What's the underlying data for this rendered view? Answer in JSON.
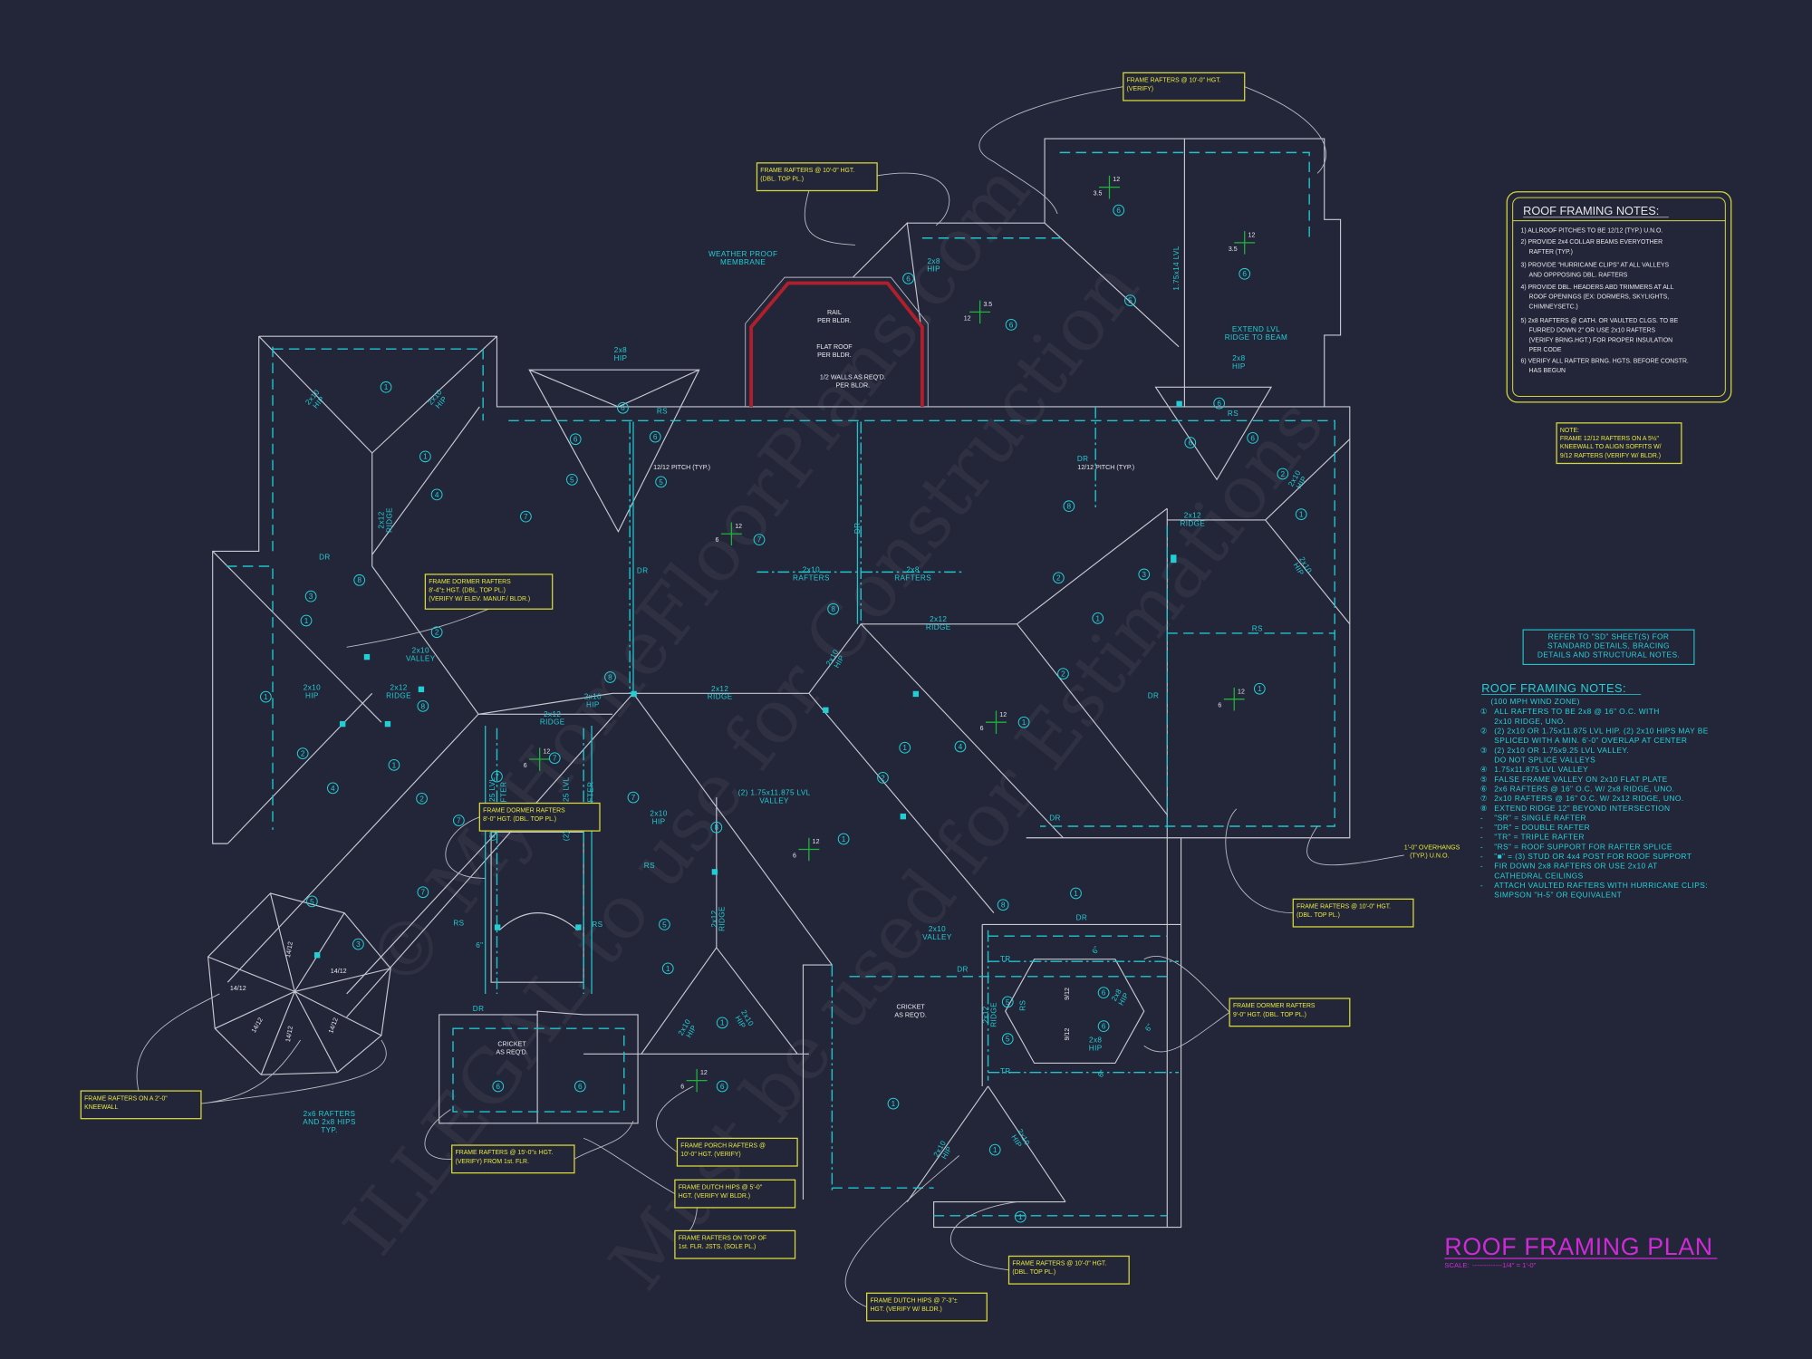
{
  "title": {
    "main": "ROOF FRAMING PLAN",
    "scale_label": "SCALE:",
    "scale_value": "-------------1/4\" = 1'-0\""
  },
  "general_notes": {
    "heading": "ROOF FRAMING NOTES:",
    "items": [
      [
        "1) ALLROOF PITCHES TO BE 12/12 (TYP.) U.N.O."
      ],
      [
        "2) PROVIDE 2x4 COLLAR BEAMS EVERYOTHER",
        "RAFTER (TYP.)"
      ],
      [
        "3) PROVIDE \"HURRICANE CLIPS\" AT ALL VALLEYS",
        "AND OPPPOSING DBL. RAFTERS"
      ],
      [
        "4) PROVIDE DBL. HEADERS ABD TRIMMERS AT ALL",
        "ROOF OPENINGS (EX: DORMERS, SKYLIGHTS,",
        "CHIMNEYSETC.)"
      ],
      [
        "5) 2x8 RAFTERS @ CATH. OR VAULTED CLGS. TO BE",
        "FURRED DOWN 2\" OR USE 2x10 RAFTERS",
        "(VERIFY BRNG.HGT.) FOR PROPER INSULATION",
        "PER CODE"
      ],
      [
        "6) VERIFY ALL RAFTER BRNG. HGTS. BEFORE CONSTR.",
        "HAS BEGUN"
      ]
    ]
  },
  "kneewall_note": [
    "NOTE:",
    "FRAME 12/12 RAFTERS ON A 5½\"",
    "KNEEWALL TO ALIGN SOFFITS W/",
    "9/12 RAFTERS (VERIFY W/ BLDR.)"
  ],
  "refer_box": [
    "REFER TO \"SD\" SHEET(S) FOR",
    "STANDARD DETAILS, BRACING",
    "DETAILS AND STRUCTURAL NOTES."
  ],
  "legend": {
    "heading": "ROOF FRAMING NOTES:",
    "zone": "(100 MPH WIND ZONE)",
    "lines": [
      [
        "①",
        "ALL RAFTERS TO BE 2x8 @ 16\" O.C. WITH"
      ],
      [
        "",
        "2x10 RIDGE, UNO."
      ],
      [
        "②",
        "(2) 2x10 OR 1.75x11.875 LVL HIP. (2) 2x10 HIPS MAY BE"
      ],
      [
        "",
        "SPLICED WITH A MIN. 6'-0\" OVERLAP AT CENTER"
      ],
      [
        "③",
        "(2) 2x10 OR 1.75x9.25 LVL VALLEY."
      ],
      [
        "",
        "DO NOT SPLICE VALLEYS"
      ],
      [
        "④",
        "1.75x11.875 LVL VALLEY"
      ],
      [
        "⑤",
        "FALSE FRAME VALLEY ON 2x10 FLAT PLATE"
      ],
      [
        "⑥",
        "2x6 RAFTERS @ 16\" O.C. W/ 2x8 RIDGE, UNO."
      ],
      [
        "⑦",
        "2x10 RAFTERS @ 16\" O.C. W/ 2x12 RIDGE, UNO."
      ],
      [
        "⑧",
        "EXTEND RIDGE 12\" BEYOND INTERSECTION"
      ],
      [
        "-",
        "\"SR\" = SINGLE RAFTER"
      ],
      [
        "-",
        "\"DR\" = DOUBLE RAFTER"
      ],
      [
        "-",
        "\"TR\" = TRIPLE RAFTER"
      ],
      [
        "-",
        "\"RS\" = ROOF SUPPORT FOR RAFTER SPLICE"
      ],
      [
        "-",
        "\"■\" = (3) STUD OR 4x4 POST FOR ROOF SUPPORT"
      ],
      [
        "-",
        "FIR DOWN 2x8 RAFTERS OR USE 2x10 AT"
      ],
      [
        "",
        "CATHEDRAL CEILINGS"
      ],
      [
        "-",
        "ATTACH VAULTED RAFTERS WITH HURRICANE CLIPS:"
      ],
      [
        "",
        "SIMPSON \"H-5\" OR EQUIVALENT"
      ]
    ]
  },
  "callouts": [
    [
      "FRAME RAFTERS @ 10'-0\" HGT.",
      "(VERIFY)"
    ],
    [
      "FRAME RAFTERS @ 10'-0\" HGT.",
      "(DBL. TOP PL.)"
    ],
    [
      "FRAME DORMER RAFTERS",
      "8'-4\"± HGT. (DBL. TOP PL.)",
      "(VERIFY W/ ELEV. MANUF./ BLDR.)"
    ],
    [
      "FRAME DORMER RAFTERS",
      "8'-0\" HGT. (DBL. TOP PL.)"
    ],
    [
      "FRAME RAFTERS ON A 2'-0\"",
      "KNEEWALL"
    ],
    [
      "FRAME RAFTERS @ 15'-0\"± HGT.",
      "(VERIFY) FROM 1st. FLR."
    ],
    [
      "FRAME PORCH RAFTERS @",
      "10'-0\" HGT. (VERIFY)"
    ],
    [
      "FRAME DUTCH HIPS @ 5'-0\"",
      "HGT. (VERIFY W/ BLDR.)"
    ],
    [
      "FRAME RAFTERS ON TOP OF",
      "1st. FLR. JSTS. (SOLE PL.)"
    ],
    [
      "FRAME DUTCH HIPS @ 7'-3\"±",
      "HGT. (VERIFY W/ BLDR.)"
    ],
    [
      "FRAME RAFTERS @ 10'-0\" HGT.",
      "(DBL. TOP PL.)"
    ],
    [
      "FRAME RAFTERS @ 10'-0\" HGT.",
      "(DBL. TOP PL.)"
    ],
    [
      "FRAME DORMER RAFTERS",
      "9'-0\" HGT. (DBL. TOP PL.)"
    ]
  ],
  "overhang_note": [
    "1'-0\" OVERHANGS",
    "(TYP.) U.N.O."
  ],
  "labels": {
    "wpm": [
      "WEATHER PROOF",
      "MEMBRANE"
    ],
    "hip_top": [
      "2x8",
      "HIP"
    ],
    "lvl_top": [
      "1.75x14 LVL"
    ],
    "ext_lvl": [
      "EXTEND LVL",
      "RIDGE TO BEAM"
    ],
    "hip_rd": [
      "2x8",
      "HIP"
    ],
    "hip_l1": [
      "2x10",
      "HIP"
    ],
    "hip_l2": [
      "2x10",
      "HIP"
    ],
    "hip_ld": [
      "2x8",
      "HIP"
    ],
    "ridge_l": [
      "2x12",
      "RIDGE"
    ],
    "dr1": [
      "DR"
    ],
    "dr2": [
      "DR"
    ],
    "dr3": [
      "DR"
    ],
    "dr4": [
      "DR"
    ],
    "dr5": [
      "DR"
    ],
    "dr6": [
      "DR"
    ],
    "dr7": [
      "DR"
    ],
    "dr8": [
      "DR"
    ],
    "dr9": [
      "DR"
    ],
    "raf1": [
      "2x10",
      "RAFTERS"
    ],
    "raf2": [
      "2x8",
      "RAFTERS"
    ],
    "ridge_c": [
      "2x12",
      "RIDGE"
    ],
    "ridge_r": [
      "2x12",
      "RIDGE"
    ],
    "valley_l": [
      "2x10",
      "VALLEY"
    ],
    "hip_ll": [
      "2x10",
      "HIP"
    ],
    "ridge_ll": [
      "2x12",
      "RIDGE"
    ],
    "ridge_m": [
      "2x12",
      "RIDGE"
    ],
    "hip_m": [
      "2x10",
      "HIP"
    ],
    "ridge_d": [
      "2x12",
      "RIDGE"
    ],
    "lvl_d1": [
      "(2) 1.75x9.25 LVL"
    ],
    "raft_d1": [
      "RAFTER"
    ],
    "lvl_d2": [
      "(2) 1.75x9.25 LVL"
    ],
    "raft_d2": [
      "RAFTER"
    ],
    "hip_c": [
      "2x10",
      "HIP"
    ],
    "lvl_valley": [
      "(2) 1.75x11.875 LVL",
      "VALLEY"
    ],
    "hip_m2": [
      "2x10",
      "HIP"
    ],
    "rs1": [
      "RS"
    ],
    "rs2": [
      "RS"
    ],
    "rs3": [
      "RS"
    ],
    "rs4": [
      "RS"
    ],
    "rs5": [
      "RS"
    ],
    "rs6": [
      "RS"
    ],
    "rs7": [
      "RS"
    ],
    "ridge_v": [
      "2x12",
      "RIDGE"
    ],
    "hip_b1": [
      "2x10",
      "HIP"
    ],
    "hip_b2": [
      "2x10",
      "HIP"
    ],
    "valley_r": [
      "2x10",
      "VALLEY"
    ],
    "ridge_r2": [
      "2x12",
      "RIDGE"
    ],
    "tr1": [
      "TR"
    ],
    "tr2": [
      "TR"
    ],
    "hip_rr": [
      "2x8",
      "HIP"
    ],
    "hip_rr2": [
      "2x8",
      "HIP"
    ],
    "hip_p1": [
      "2x10",
      "HIP"
    ],
    "hip_p2": [
      "2x10",
      "HIP"
    ],
    "hip_rt": [
      "2x10",
      "HIP"
    ],
    "hip_rt2": [
      "2x10",
      "HIP"
    ],
    "gz": [
      "2x6 RAFTERS",
      "AND 2x8 HIPS",
      "TYP."
    ],
    "d6a": [
      "6\""
    ],
    "d6b": [
      "6\""
    ],
    "d6c": [
      "6\""
    ],
    "d6d": [
      "6\""
    ]
  },
  "white_labels": {
    "rail": [
      "RAIL",
      "PER BLDR."
    ],
    "flat": [
      "FLAT ROOF",
      "PER BLDR."
    ],
    "walls": [
      "1/2 WALLS AS REQ'D.",
      "PER BLDR."
    ],
    "pitch1": [
      "12/12 PITCH (TYP.)"
    ],
    "pitch2": [
      "12/12 PITCH (TYP.)"
    ],
    "cricket1": [
      "CRICKET",
      "AS REQ'D."
    ],
    "cricket2": [
      "CRICKET",
      "AS REQ'D."
    ],
    "gz1": [
      "14/12"
    ],
    "gz2": [
      "14/12"
    ],
    "gz3": [
      "14/12"
    ],
    "gz4": [
      "14/12"
    ],
    "gz5": [
      "14/12"
    ],
    "gz6": [
      "14/12"
    ],
    "p912a": [
      "9/12"
    ],
    "p912b": [
      "9/12"
    ]
  },
  "pitch_marks": [
    [
      "12",
      "3.5"
    ],
    [
      "12",
      "3.5"
    ],
    [
      "3.5",
      "12"
    ],
    [
      "12",
      "6"
    ],
    [
      "12",
      "6"
    ],
    [
      "12",
      "6"
    ],
    [
      "12",
      "6"
    ],
    [
      "12",
      "6"
    ],
    [
      "12",
      "6"
    ]
  ],
  "markers": [
    "1",
    "1",
    "4",
    "3",
    "1",
    "2",
    "1",
    "2",
    "4",
    "1",
    "2",
    "7",
    "6",
    "6",
    "6",
    "5",
    "5",
    "7",
    "6",
    "6",
    "6",
    "5",
    "6",
    "6",
    "6",
    "6",
    "2",
    "1",
    "3",
    "2",
    "1",
    "2",
    "1",
    "4",
    "1",
    "1",
    "2",
    "1",
    "8",
    "7",
    "5",
    "1",
    "7",
    "7",
    "7",
    "7",
    "3",
    "5",
    "8",
    "1",
    "5",
    "5",
    "6",
    "6",
    "1",
    "6",
    "6",
    "6",
    "1",
    "1",
    "1",
    "8",
    "8",
    "8",
    "8",
    "8"
  ],
  "watermark": [
    "© MyHomeFloorPlans.com",
    "ILLEGAL to use for Construction",
    "Must be used for Estimations"
  ],
  "colors": {
    "background": "#232638",
    "framing": "#20c4cc",
    "callout": "#e6e63a",
    "title": "#d02ad8",
    "membrane": "#b0202c",
    "pitch": "#1fb33a"
  }
}
